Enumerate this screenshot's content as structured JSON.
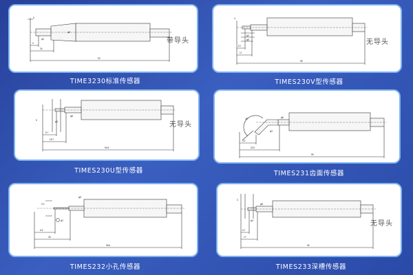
{
  "sensors": [
    {
      "caption": "TIME3230标准传感器",
      "tag": "带导头",
      "dims": {
        "len_total": "93",
        "len_a": "24",
        "len_b": "3",
        "dia_tip": "φ3",
        "dia_body": "φ8",
        "offset": "5"
      }
    },
    {
      "caption": "TIMES230V型传感器",
      "tag": "无导头",
      "dims": {
        "len_total": "95",
        "len_a": "17",
        "len_b": "5.7",
        "dia_tip": "φ3",
        "dia_body": "φ8",
        "offset": "3"
      }
    },
    {
      "caption": "TIMES230U型传感器",
      "tag": "无导头",
      "dims": {
        "len_total": "94.8",
        "len_a": "16.7",
        "len_b": "5.7",
        "dia_tip": "φ3",
        "dia_body": "φ8",
        "offset": "5"
      }
    },
    {
      "caption": "TIMES231齿面传感器",
      "tag": "",
      "dims": {
        "len_total": "99",
        "len_a": "23.2",
        "len_b": "3.2",
        "dia_tip": "φ3",
        "dia_body": "φ8",
        "offset": "45°"
      }
    },
    {
      "caption": "TIMES232小孔传感器",
      "tag": "",
      "dims": {
        "len_total": "96.6",
        "len_a": "28",
        "len_b": "6.6",
        "dia_tip": "φ2",
        "dia_body": "φ8",
        "offset": "0.3"
      }
    },
    {
      "caption": "TIMES233深槽传感器",
      "tag": "无导头",
      "dims": {
        "len_total": "96",
        "len_a": "17",
        "len_b": "5.7",
        "dia_tip": "φ3",
        "dia_body": "φ8",
        "offset": "3"
      }
    }
  ],
  "colors": {
    "background": "#2e4fb0",
    "card_border": "#7fb3f0",
    "caption_text": "#ffffff"
  }
}
